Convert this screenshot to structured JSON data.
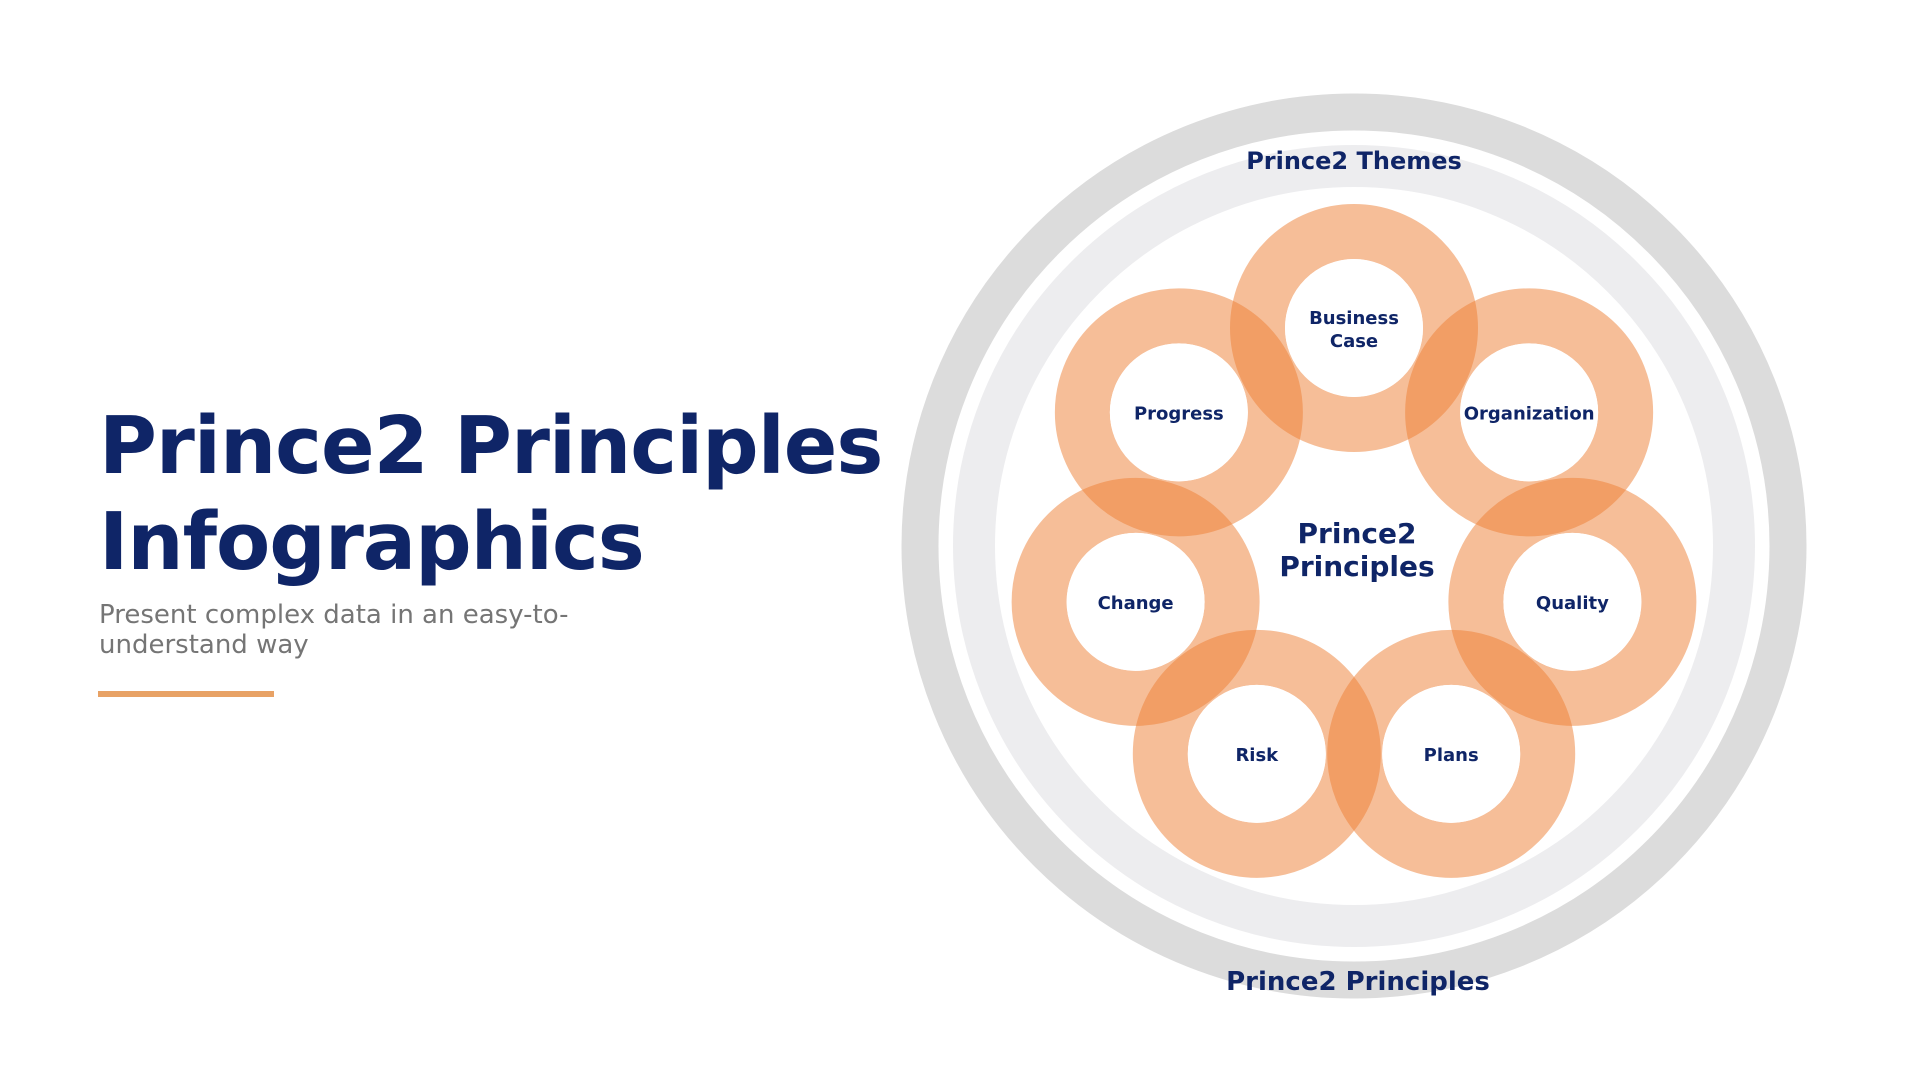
{
  "slide": {
    "title_line1": "Prince2 Principles",
    "title_line2": "Infographics",
    "subtitle": "Present complex data in an easy-to-understand way"
  },
  "colors": {
    "title": "#0F2567",
    "subtitle": "#757575",
    "accent": "#E8A265",
    "ring_orange": "#ED7D31",
    "outer_ring": "#DCDCDC",
    "inner_ring": "#EDEDEF"
  },
  "diagram": {
    "outer_label_top": "Prince2 Themes",
    "outer_label_bottom": "Prince2 Principles",
    "center_line1": "Prince2",
    "center_line2": "Principles",
    "themes": [
      {
        "line1": "Business",
        "line2": "Case"
      },
      {
        "line1": "Organization",
        "line2": ""
      },
      {
        "line1": "Quality",
        "line2": ""
      },
      {
        "line1": "Plans",
        "line2": ""
      },
      {
        "line1": "Risk",
        "line2": ""
      },
      {
        "line1": "Change",
        "line2": ""
      },
      {
        "line1": "Progress",
        "line2": ""
      }
    ]
  }
}
